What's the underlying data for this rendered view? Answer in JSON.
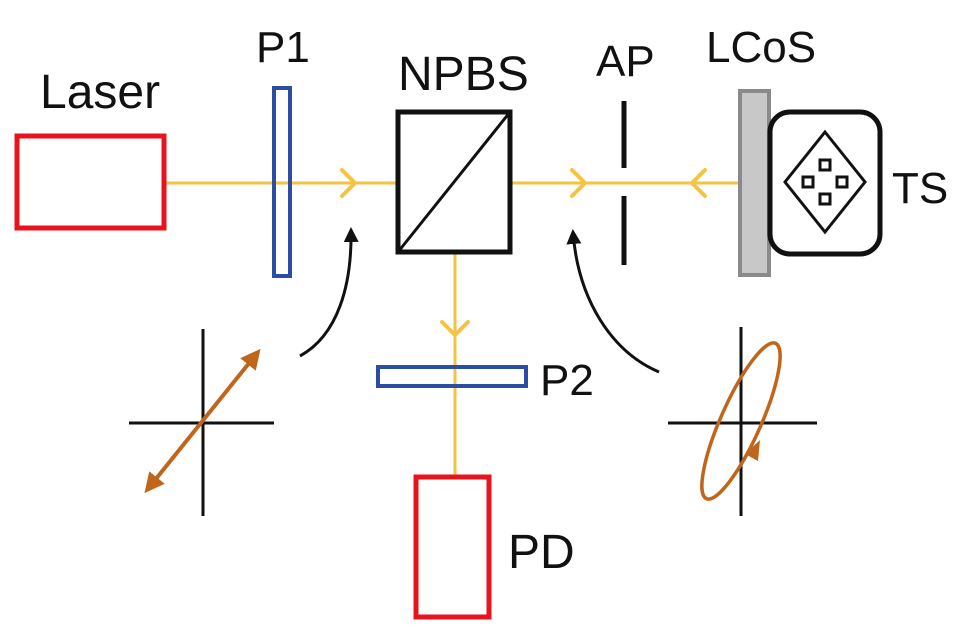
{
  "labels": {
    "laser": "Laser",
    "p1": "P1",
    "npbs": "NPBS",
    "ap": "AP",
    "lcos": "LCoS",
    "ts": "TS",
    "p2": "P2",
    "pd": "PD"
  },
  "colors": {
    "beam": "#f5c242",
    "source_detector": "#e8141c",
    "polarizer": "#2b4ea0",
    "polarization_state": "#c0661c",
    "lcos_panel": "#c8c8c8",
    "outline": "#111111"
  },
  "icons": {
    "translation_stage": "four-way-arrows-icon"
  }
}
